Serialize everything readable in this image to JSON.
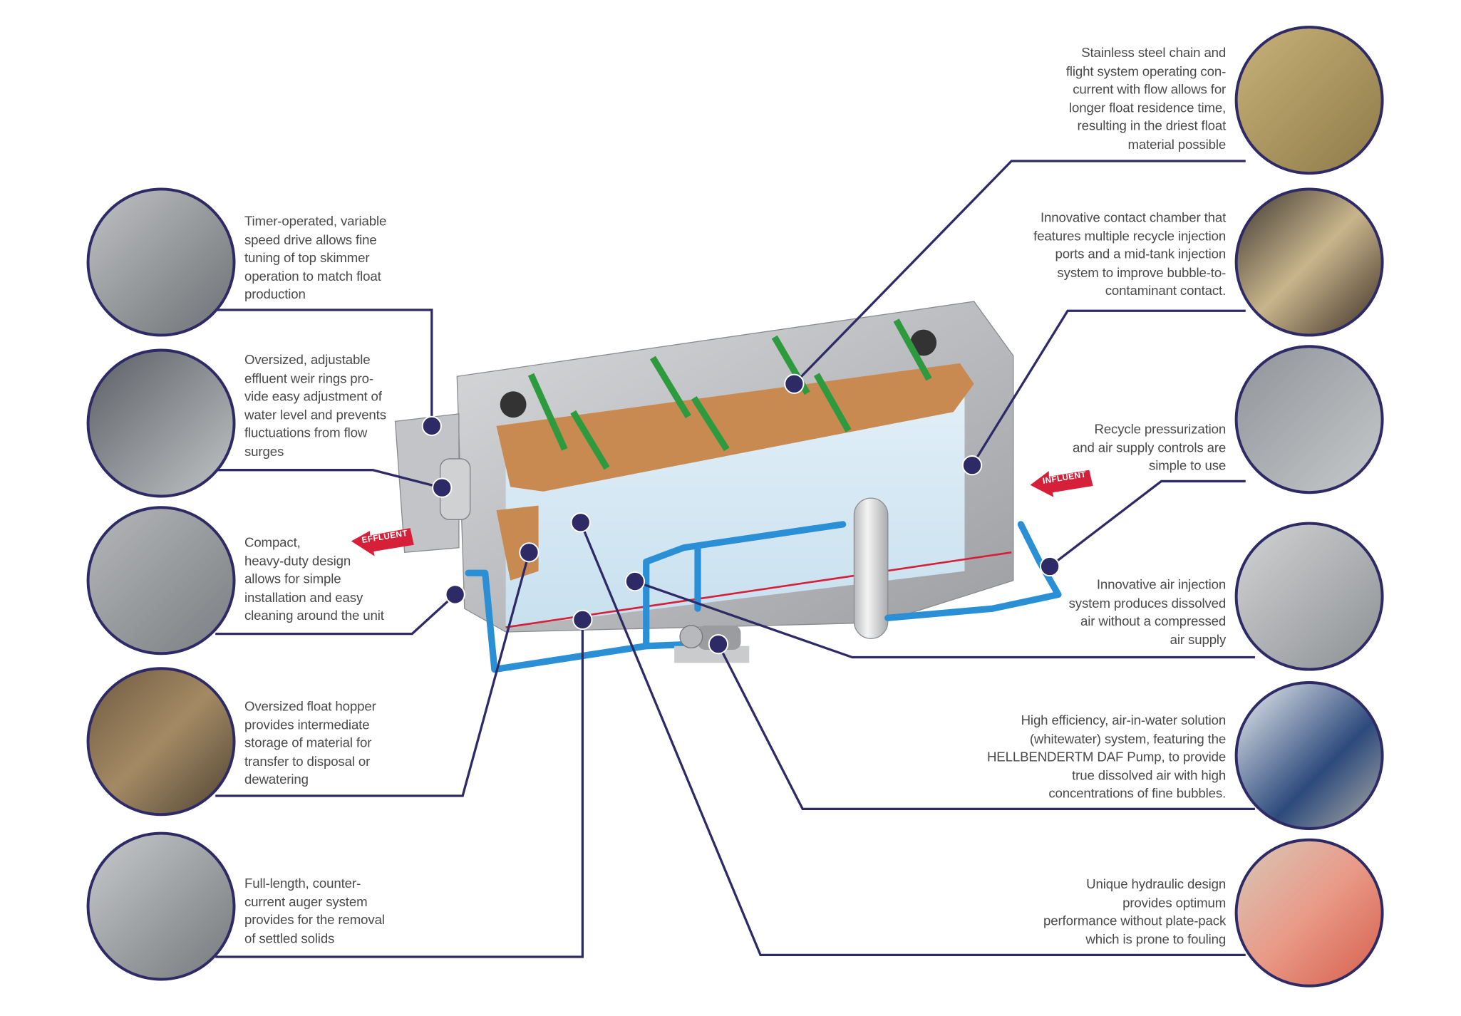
{
  "colors": {
    "leader": "#2e2a66",
    "accent_red": "#d6203a",
    "pipe": "#2b8fd6",
    "float": "#c98a52",
    "flight": "#2e9a3e"
  },
  "arrows": {
    "effluent": "EFFLUENT",
    "influent": "INFLUENT"
  },
  "callouts_left": [
    {
      "text": "Timer-operated, variable\nspeed drive allows fine\ntuning of top skimmer\noperation to match float\nproduction"
    },
    {
      "text": "Oversized, adjustable\neffluent weir rings pro-\nvide easy adjustment of\nwater level and prevents\nfluctuations from flow\nsurges"
    },
    {
      "text": "Compact,\nheavy-duty design\nallows for simple\ninstallation and easy\ncleaning around the unit"
    },
    {
      "text": "Oversized float hopper\nprovides intermediate\nstorage of material for\ntransfer to disposal or\ndewatering"
    },
    {
      "text": "Full-length, counter-\ncurrent auger system\nprovides for the removal\nof settled solids"
    }
  ],
  "callouts_right": [
    {
      "text": "Stainless steel chain and\nflight system operating con-\ncurrent with flow allows for\nlonger float residence time,\nresulting in the driest float\nmaterial possible"
    },
    {
      "text": "Innovative contact chamber that\nfeatures multiple recycle injection\nports and a mid-tank injection\nsystem to improve bubble-to-\ncontaminant contact."
    },
    {
      "text": "Recycle pressurization\nand air supply controls are\nsimple to use"
    },
    {
      "text": "Innovative air injection\nsystem produces dissolved\nair without a compressed\nair supply"
    },
    {
      "text": "High efficiency, air-in-water solution\n(whitewater) system, featuring the\nHELLBENDERTM DAF Pump, to provide\ntrue dissolved air with high\nconcentrations of fine bubbles."
    },
    {
      "text": "Unique hydraulic design\nprovides optimum\nperformance without plate-pack\nwhich is prone to fouling"
    }
  ]
}
